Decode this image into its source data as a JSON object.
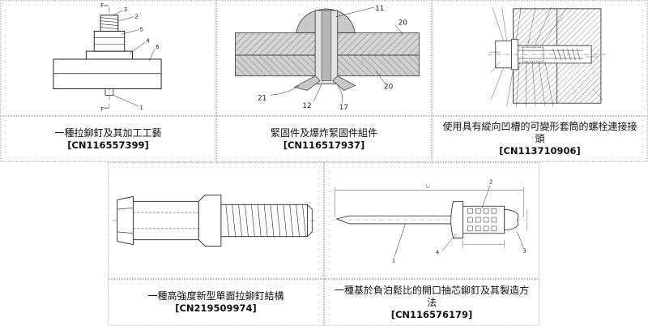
{
  "patents": [
    {
      "title": "一種拉鉚釘及其加工工藝",
      "number": "[CN116557399]",
      "labels": [
        "F",
        "F",
        "3",
        "2",
        "5",
        "4",
        "6",
        "1"
      ]
    },
    {
      "title": "緊固件及爆炸緊固件組件",
      "number": "[CN116517937]",
      "labels": [
        "11",
        "20",
        "20",
        "21",
        "12",
        "17"
      ]
    },
    {
      "title": "使用具有縱向凹槽的可變形套筒的螺栓連接接頭",
      "number": "[CN113710906]",
      "labels": []
    },
    {
      "title": "一種高強度新型單面拉鉚釘結構",
      "number": "[CN219509974]",
      "labels": []
    },
    {
      "title": "一種基於負泊鬆比的開口抽芯鉚釘及其製造方法",
      "number": "[CN116576179]",
      "labels": [
        "2",
        "4",
        "1",
        "3"
      ]
    }
  ]
}
